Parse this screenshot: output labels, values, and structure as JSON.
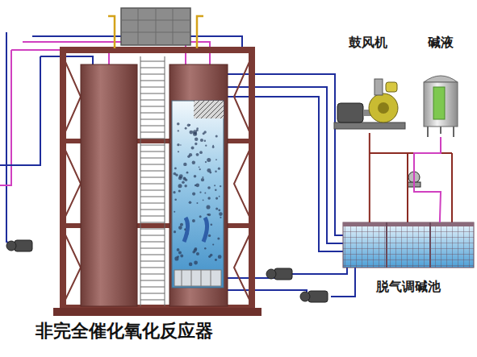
{
  "diagram": {
    "title": "非完全催化氧化反应器",
    "nodes": [
      {
        "text": [
          "鼓风机"
        ]
      },
      {
        "text": [
          "碱液"
        ]
      },
      {
        "text": [
          "脱气调碱池"
        ]
      }
    ],
    "edges": [
      {
        "from": 0,
        "to": 2,
        "arrow": "none"
      },
      {
        "from": 1,
        "to": 2,
        "arrow": "none"
      }
    ]
  }
}
